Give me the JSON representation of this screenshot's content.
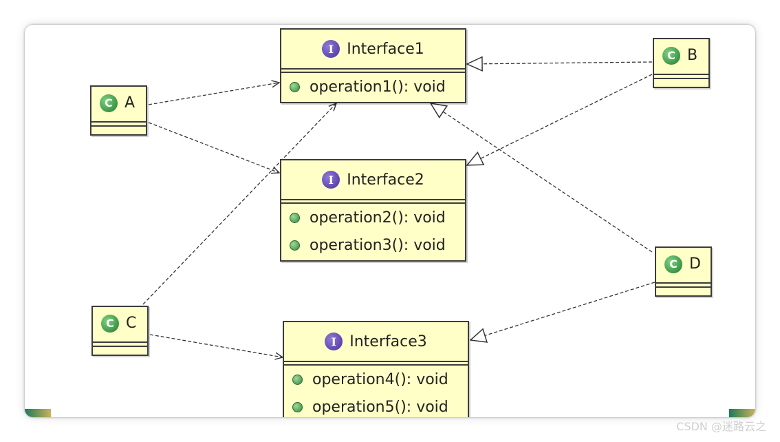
{
  "interfaces": [
    {
      "name": "Interface1",
      "icon": "I",
      "operations": [
        "operation1(): void"
      ]
    },
    {
      "name": "Interface2",
      "icon": "I",
      "operations": [
        "operation2(): void",
        "operation3(): void"
      ]
    },
    {
      "name": "Interface3",
      "icon": "I",
      "operations": [
        "operation4(): void",
        "operation5(): void"
      ]
    }
  ],
  "classes": [
    {
      "name": "A",
      "icon": "C"
    },
    {
      "name": "B",
      "icon": "C"
    },
    {
      "name": "C",
      "icon": "C"
    },
    {
      "name": "D",
      "icon": "C"
    }
  ],
  "relations": [
    {
      "from": "A",
      "to": "Interface1",
      "kind": "dependency"
    },
    {
      "from": "A",
      "to": "Interface2",
      "kind": "dependency"
    },
    {
      "from": "C",
      "to": "Interface1",
      "kind": "dependency"
    },
    {
      "from": "C",
      "to": "Interface3",
      "kind": "dependency"
    },
    {
      "from": "B",
      "to": "Interface1",
      "kind": "realization"
    },
    {
      "from": "B",
      "to": "Interface2",
      "kind": "realization"
    },
    {
      "from": "D",
      "to": "Interface1",
      "kind": "realization"
    },
    {
      "from": "D",
      "to": "Interface3",
      "kind": "realization"
    }
  ],
  "watermark": "CSDN @迷路云之",
  "colors": {
    "box_fill": "#ffffc7",
    "border": "#3c3c3c",
    "interface_icon": "#5a3fb0",
    "class_icon": "#2e8b3d",
    "line": "#333333"
  }
}
